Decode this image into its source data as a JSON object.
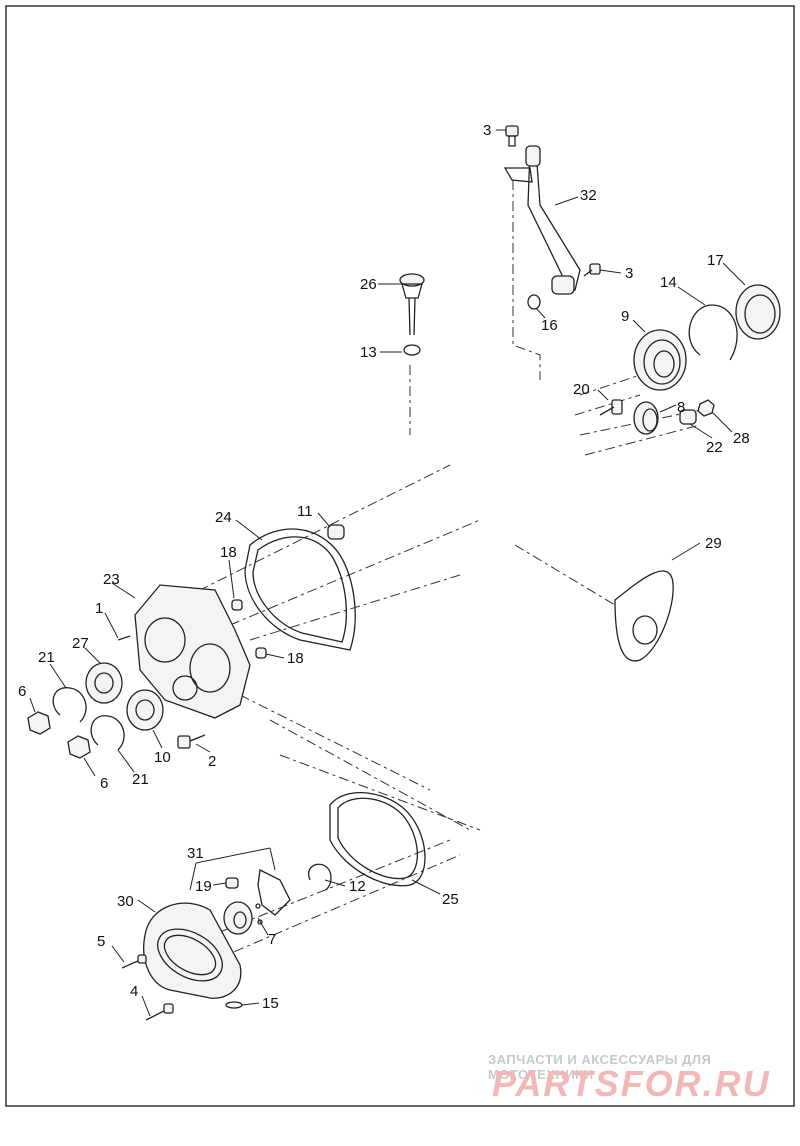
{
  "callouts": [
    {
      "label": "1"
    },
    {
      "label": "2"
    },
    {
      "label": "3"
    },
    {
      "label": "3"
    },
    {
      "label": "4"
    },
    {
      "label": "5"
    },
    {
      "label": "6"
    },
    {
      "label": "6"
    },
    {
      "label": "7"
    },
    {
      "label": "8"
    },
    {
      "label": "9"
    },
    {
      "label": "10"
    },
    {
      "label": "11"
    },
    {
      "label": "12"
    },
    {
      "label": "13"
    },
    {
      "label": "14"
    },
    {
      "label": "15"
    },
    {
      "label": "16"
    },
    {
      "label": "17"
    },
    {
      "label": "18"
    },
    {
      "label": "18"
    },
    {
      "label": "19"
    },
    {
      "label": "20"
    },
    {
      "label": "21"
    },
    {
      "label": "21"
    },
    {
      "label": "22"
    },
    {
      "label": "23"
    },
    {
      "label": "24"
    },
    {
      "label": "25"
    },
    {
      "label": "26"
    },
    {
      "label": "27"
    },
    {
      "label": "28"
    },
    {
      "label": "29"
    },
    {
      "label": "30"
    },
    {
      "label": "31"
    },
    {
      "label": "32"
    }
  ],
  "watermark": {
    "tagline": "ЗАПЧАСТИ И АКСЕССУАРЫ ДЛЯ МОТОТЕХНИКИ",
    "logo": "PARTSFOR.RU"
  },
  "colors": {
    "line": "#222222",
    "border": "#333333",
    "watermark": "#f2b7b7"
  }
}
